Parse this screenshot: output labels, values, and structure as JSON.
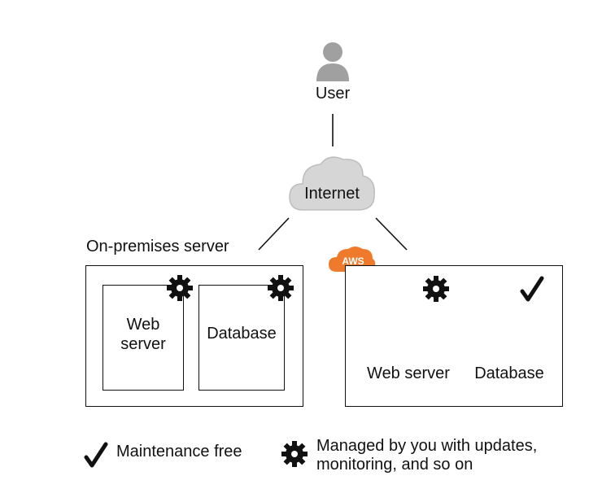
{
  "nodes": {
    "user": {
      "label": "User",
      "icon": "user-icon"
    },
    "internet": {
      "label": "Internet",
      "icon": "cloud-icon"
    },
    "on_premises": {
      "label": "On-premises server",
      "web_server": {
        "line1": "Web",
        "line2": "server"
      },
      "database": {
        "label": "Database"
      }
    },
    "aws": {
      "badge": "AWS",
      "web_server": {
        "label": "Web server",
        "icon": "ec2-instance-icon"
      },
      "database": {
        "label": "Database",
        "icon": "rds-database-icon"
      }
    }
  },
  "legend": {
    "maintenance_free": "Maintenance free",
    "managed_line1": "Managed by you with updates,",
    "managed_line2": "monitoring, and so on"
  },
  "colors": {
    "aws_orange": "#f07a2c",
    "ec2_orange": "#f47b20",
    "rds_blue": "#3b6fb6",
    "cloud_gray": "#d6d6d6",
    "user_gray": "#a0a0a0"
  }
}
